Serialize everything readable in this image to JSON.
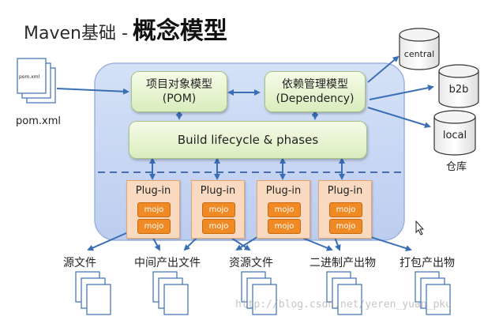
{
  "title": {
    "prefix": "Maven基础 - ",
    "main": "概念模型"
  },
  "pom_file": {
    "doc_label": "pom.xml",
    "caption": "pom.xml"
  },
  "boxes": {
    "pom_line1": "项目对象模型",
    "pom_line2": "(POM)",
    "dep_line1": "依赖管理模型",
    "dep_line2": "(Dependency)",
    "lifecycle": "Build lifecycle & phases"
  },
  "plugins": [
    {
      "label": "Plug-in",
      "mojos": [
        "mojo",
        "mojo"
      ]
    },
    {
      "label": "Plug-in",
      "mojos": [
        "mojo",
        "mojo"
      ]
    },
    {
      "label": "Plug-in",
      "mojos": [
        "mojo",
        "mojo"
      ]
    },
    {
      "label": "Plug-in",
      "mojos": [
        "mojo",
        "mojo"
      ]
    }
  ],
  "repositories": {
    "items": [
      "central",
      "b2b",
      "local"
    ],
    "caption": "仓库"
  },
  "outputs": [
    "源文件",
    "中间产出文件",
    "资源文件",
    "二进制产出物",
    "打包产出物"
  ],
  "watermark": "http://blog.csdn.net/yeren_yuan_pku",
  "colors": {
    "container": "#c9d8f3",
    "green_box": "#d9edbd",
    "plugin": "#f9d9bf",
    "mojo": "#f08a24",
    "arrow": "#3b6fb5"
  }
}
